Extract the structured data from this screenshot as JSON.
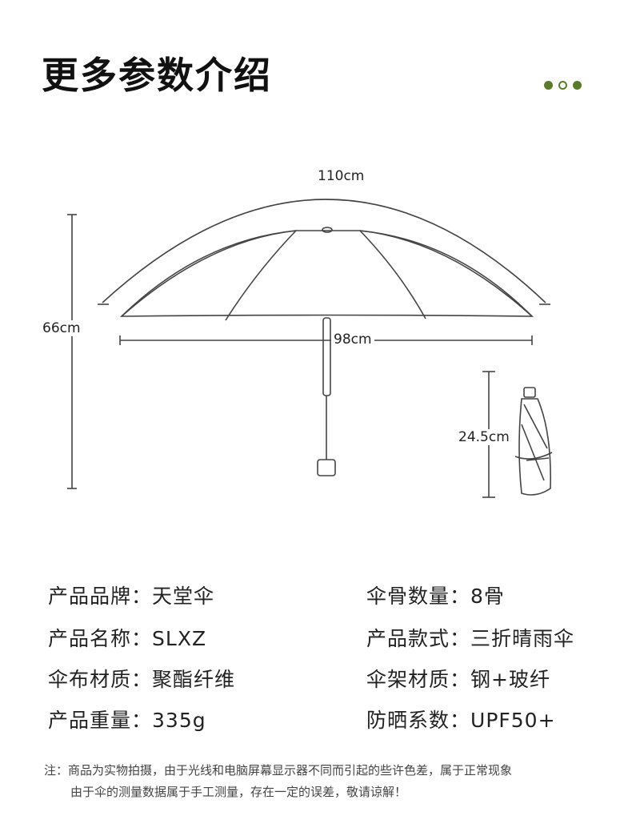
{
  "header": {
    "title": "更多参数介绍"
  },
  "colors": {
    "accent": "#5b7b2b"
  },
  "dimensions": {
    "arc_length": "110cm",
    "height": "66cm",
    "span": "98cm",
    "folded_length": "24.5cm"
  },
  "specs": [
    {
      "label": "产品品牌：",
      "value": "天堂伞"
    },
    {
      "label": "伞骨数量：",
      "value": "8骨"
    },
    {
      "label": "产品名称：",
      "value": "SLXZ"
    },
    {
      "label": "产品款式：",
      "value": "三折晴雨伞"
    },
    {
      "label": "伞布材质：",
      "value": "聚酯纤维"
    },
    {
      "label": "伞架材质：",
      "value": "钢+玻纤"
    },
    {
      "label": "产品重量：",
      "value": "335g"
    },
    {
      "label": "防晒系数：",
      "value": "UPF50+"
    }
  ],
  "note": {
    "line1": "注：商品为实物拍摄，由于光线和电脑屏幕显示器不同而引起的些许色差，属于正常现象",
    "line2": "由于伞的测量数据属于手工测量，存在一定的误差，敬请谅解！"
  }
}
